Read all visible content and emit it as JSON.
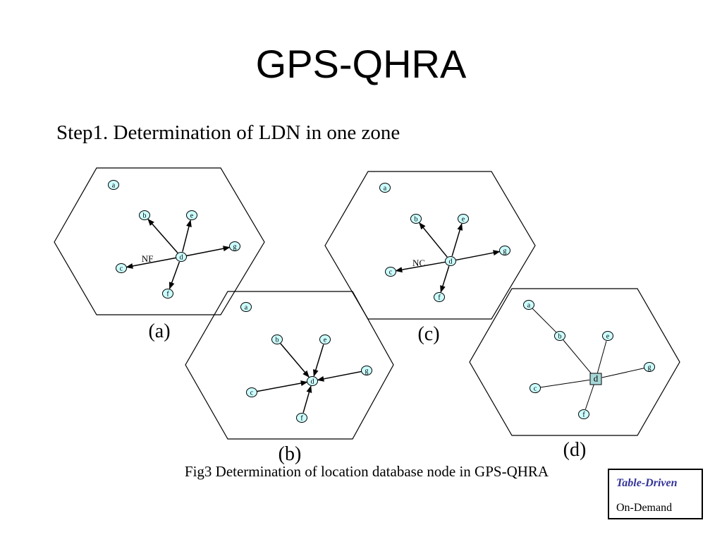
{
  "slide": {
    "title": "GPS-QHRA",
    "subtitle": "Step1. Determination of LDN in one zone",
    "caption": "Fig3 Determination of location database node in GPS-QHRA"
  },
  "legend": {
    "items": [
      "Table-Driven",
      "On-Demand"
    ],
    "highlight_color": "#333399"
  },
  "colors": {
    "node_fill": "#ccffff",
    "ldn_fill": "#a8d8d8",
    "stroke": "#000000"
  },
  "diagrams": [
    {
      "id": "a",
      "label": "(a)",
      "nodes": [
        "a",
        "b",
        "e",
        "g",
        "c",
        "d",
        "f"
      ],
      "edges": [
        [
          "d",
          "b",
          "arrow"
        ],
        [
          "d",
          "e",
          "arrow"
        ],
        [
          "d",
          "g",
          "arrow"
        ],
        [
          "d",
          "c",
          "arrow"
        ],
        [
          "d",
          "f",
          "arrow"
        ]
      ],
      "edge_label": "NF"
    },
    {
      "id": "b",
      "label": "(b)",
      "nodes": [
        "a",
        "b",
        "e",
        "g",
        "c",
        "d",
        "f"
      ],
      "edges": [
        [
          "b",
          "d",
          "arrow"
        ],
        [
          "e",
          "d",
          "arrow"
        ],
        [
          "g",
          "d",
          "arrow"
        ],
        [
          "c",
          "d",
          "arrow"
        ],
        [
          "f",
          "d",
          "arrow"
        ]
      ],
      "edge_label": ""
    },
    {
      "id": "c",
      "label": "(c)",
      "nodes": [
        "a",
        "b",
        "e",
        "g",
        "c",
        "d",
        "f"
      ],
      "edges": [
        [
          "d",
          "b",
          "arrow"
        ],
        [
          "d",
          "e",
          "arrow"
        ],
        [
          "d",
          "g",
          "arrow"
        ],
        [
          "d",
          "c",
          "arrow"
        ],
        [
          "d",
          "f",
          "arrow"
        ]
      ],
      "edge_label": "NC"
    },
    {
      "id": "d",
      "label": "(d)",
      "nodes": [
        "a",
        "b",
        "e",
        "g",
        "c",
        "d",
        "f"
      ],
      "edges": [
        [
          "a",
          "b",
          "line"
        ],
        [
          "b",
          "d",
          "line"
        ],
        [
          "e",
          "d",
          "line"
        ],
        [
          "g",
          "d",
          "line"
        ],
        [
          "c",
          "d",
          "line"
        ],
        [
          "f",
          "d",
          "line"
        ]
      ],
      "edge_label": "",
      "ldn_node": "d"
    }
  ]
}
